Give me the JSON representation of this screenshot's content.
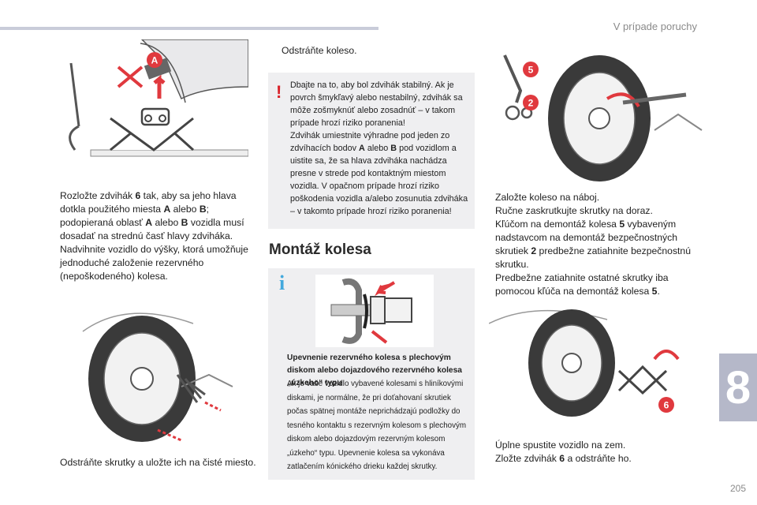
{
  "header": {
    "chapter_title": "V prípade poruchy",
    "chapter_number": "8",
    "page_number": "205"
  },
  "left": {
    "callout_a": "A",
    "steps_1": [
      {
        "bullet": "",
        "parts": [
          "Rozložte zdvihák ",
          "6",
          " tak, aby sa jeho hlava dotkla použitého miesta ",
          "A",
          " alebo ",
          "B",
          "; podopieraná oblasť ",
          "A",
          " alebo ",
          "B",
          " vozidla musí dosadať na strednú časť hlavy zdviháka."
        ]
      },
      {
        "bullet": "",
        "parts": [
          "Nadvihnite vozidlo do výšky, ktorá umožňuje jednoduché založenie rezervného (nepoškodeného) kolesa."
        ]
      }
    ],
    "step_2": {
      "bullet": "",
      "text": "Odstráňte skrutky a uložte ich na čisté miesto."
    }
  },
  "middle": {
    "step_remove": {
      "bullet": "",
      "text": "Odstráňte koleso."
    },
    "warning": {
      "mark": "!",
      "text1": "Dbajte na to, aby bol zdvihák stabilný. Ak je povrch šmykľavý alebo nestabilný, zdvihák sa môže zošmyknúť alebo zosadnúť – v takom prípade hrozí riziko poranenia!",
      "text2a": "Zdvihák umiestnite výhradne pod jeden zo zdvíhacích bodov ",
      "a": "A",
      "text2b": " alebo ",
      "b": "B",
      "text2c": " pod vozidlom a uistite sa, že sa hlava zdviháka nachádza presne v strede pod kontaktným miestom vozidla. V opačnom prípade hrozí riziko poškodenia vozidla a/alebo zosunutia zdviháka – v takomto prípade hrozí riziko poranenia!"
    },
    "heading": "Montáž kolesa",
    "info": {
      "mark": "i",
      "title": "Upevnenie rezervného kolesa s plechovým diskom alebo dojazdového rezervného kolesa „úzkeho“ typu",
      "text": "Ak je vaše vozidlo vybavené kolesami s hliníkovými diskami, je normálne, že pri doťahovaní skrutiek počas spätnej montáže neprichádzajú podložky do tesného kontaktu s rezervným kolesom s plechovým diskom alebo dojazdovým rezervným kolesom „úzkeho“ typu. Upevnenie kolesa sa vykonáva zatlačením kónického drieku každej skrutky."
    }
  },
  "right": {
    "callout_5": "5",
    "callout_2": "2",
    "callout_6": "6",
    "steps_1": [
      {
        "bullet": "",
        "parts": [
          "Založte koleso na náboj."
        ]
      },
      {
        "bullet": "",
        "parts": [
          "Ručne zaskrutkujte skrutky na doraz."
        ]
      },
      {
        "bullet": "",
        "parts": [
          "Kľúčom na demontáž kolesa ",
          "5",
          " vybaveným nadstavcom na demontáž bezpečnostných skrutiek ",
          "2",
          " predbežne zatiahnite bezpečnostnú skrutku."
        ]
      },
      {
        "bullet": "",
        "parts": [
          "Predbežne zatiahnite ostatné skrutky iba pomocou kľúča na demontáž kolesa ",
          "5",
          "."
        ]
      }
    ],
    "steps_2": [
      {
        "bullet": "",
        "parts": [
          "Úplne spustite vozidlo na zem."
        ]
      },
      {
        "bullet": "",
        "parts": [
          "Zložte zdvihák ",
          "6",
          " a odstráňte ho."
        ]
      }
    ]
  },
  "colors": {
    "callout_red": "#e0393e",
    "info_blue": "#43a9dd",
    "warning_red": "#d92027",
    "panel_gray": "#efeff1",
    "tab_gray": "#b5b8c9"
  }
}
